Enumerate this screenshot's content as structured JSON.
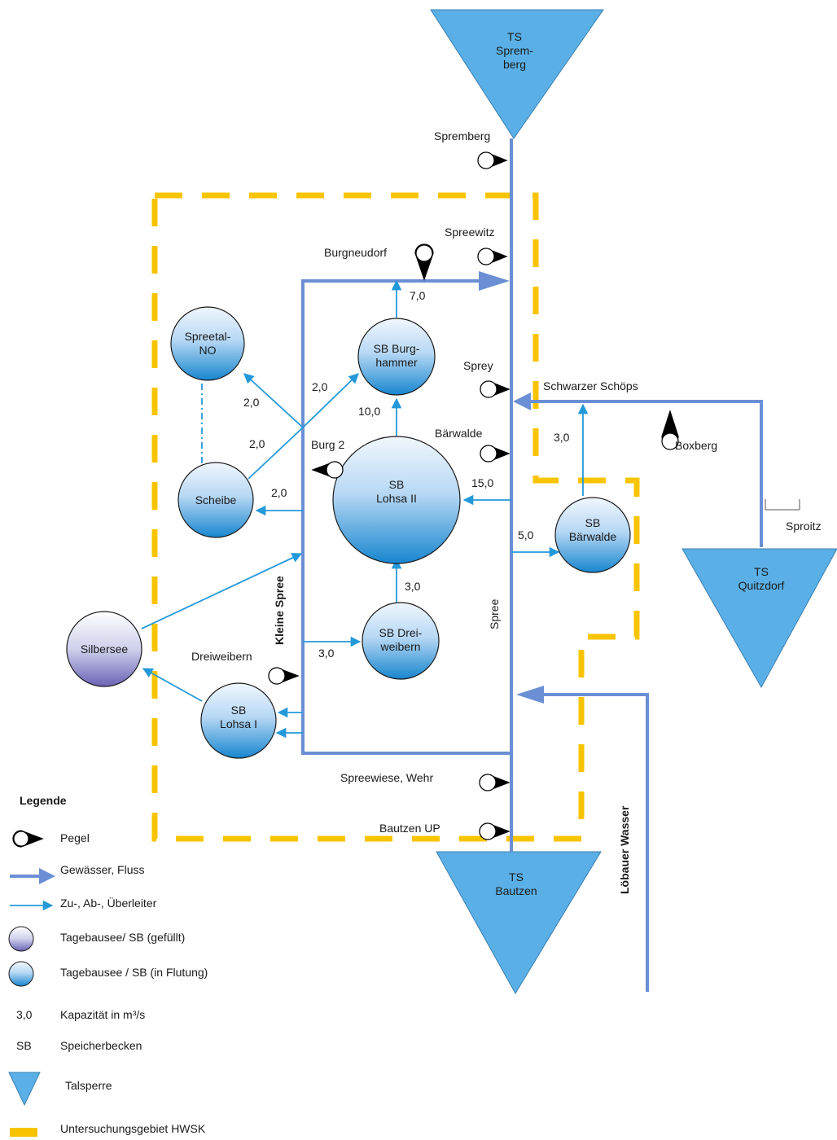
{
  "dams": {
    "spremberg": "TS\nSprem-\nberg",
    "bautzen": "TS\nBautzen",
    "quitzdorf": "TS\nQuitzdorf"
  },
  "basins": {
    "spreetal": "Spreetal-\nNO",
    "burghammer": "SB Burg-\nhammer",
    "scheibe": "Scheibe",
    "lohsa2": "SB\nLohsa II",
    "baerwalde": "SB\nBärwalde",
    "dreiweibern": "SB Drei-\nweibern",
    "lohsa1": "SB\nLohsa I",
    "silbersee": "Silbersee"
  },
  "gauges": {
    "spremberg": "Spremberg",
    "spreewitz": "Spreewitz",
    "burgneudorf": "Burgneudorf",
    "sprey": "Sprey",
    "baerwalde": "Bärwalde",
    "burg2": "Burg 2",
    "boxberg": "Boxberg",
    "dreiweibern": "Dreiweibern",
    "spreewiese": "Spreewiese, Wehr",
    "bautzen_up": "Bautzen UP"
  },
  "rivers": {
    "schwarzer_schoeps": "Schwarzer Schöps",
    "sproitz": "Sproitz",
    "kleine_spree": "Kleine Spree",
    "spree": "Spree",
    "loebauer_wasser": "Löbauer Wasser"
  },
  "capacities": {
    "burghammer_out": "7,0",
    "to_burghammer": "2,0",
    "to_spreetal": "2,0",
    "scheibe_out": "2,0",
    "to_scheibe": "2,0",
    "lohsa2_to_burghammer": "10,0",
    "spree_to_lohsa2": "15,0",
    "schoeps_to_baerwalde": "3,0",
    "spree_to_baerwalde": "5,0",
    "dreiweibern_to_lohsa2": "3,0",
    "to_dreiweibern": "3,0"
  },
  "legend": {
    "title": "Legende",
    "items": [
      {
        "key": "gauge",
        "label": "Pegel"
      },
      {
        "key": "river",
        "label": "Gewässer, Fluss"
      },
      {
        "key": "feeder",
        "label": "Zu-, Ab-, Überleiter"
      },
      {
        "key": "filled",
        "label": "Tagebausee/ SB (gefüllt)"
      },
      {
        "key": "flooding",
        "label": "Tagebausee / SB (in Flutung)"
      },
      {
        "key": "capacity",
        "sample": "3,0",
        "label": "Kapazität in m³/s"
      },
      {
        "key": "abbr",
        "sample": "SB",
        "label": "Speicherbecken"
      },
      {
        "key": "dam",
        "label": "Talsperre"
      },
      {
        "key": "zone",
        "label": "Untersuchungsgebiet HWSK"
      }
    ]
  },
  "colors": {
    "river": "#6b8fd4",
    "feeder": "#2499d9",
    "dam": "#5ab0e6",
    "zone": "#f8c400",
    "basin_flooding_top": "#eef5fd",
    "basin_flooding_bottom": "#1b8ad2",
    "basin_filled_top": "#ffffff",
    "basin_filled_bottom": "#6a63b5"
  }
}
